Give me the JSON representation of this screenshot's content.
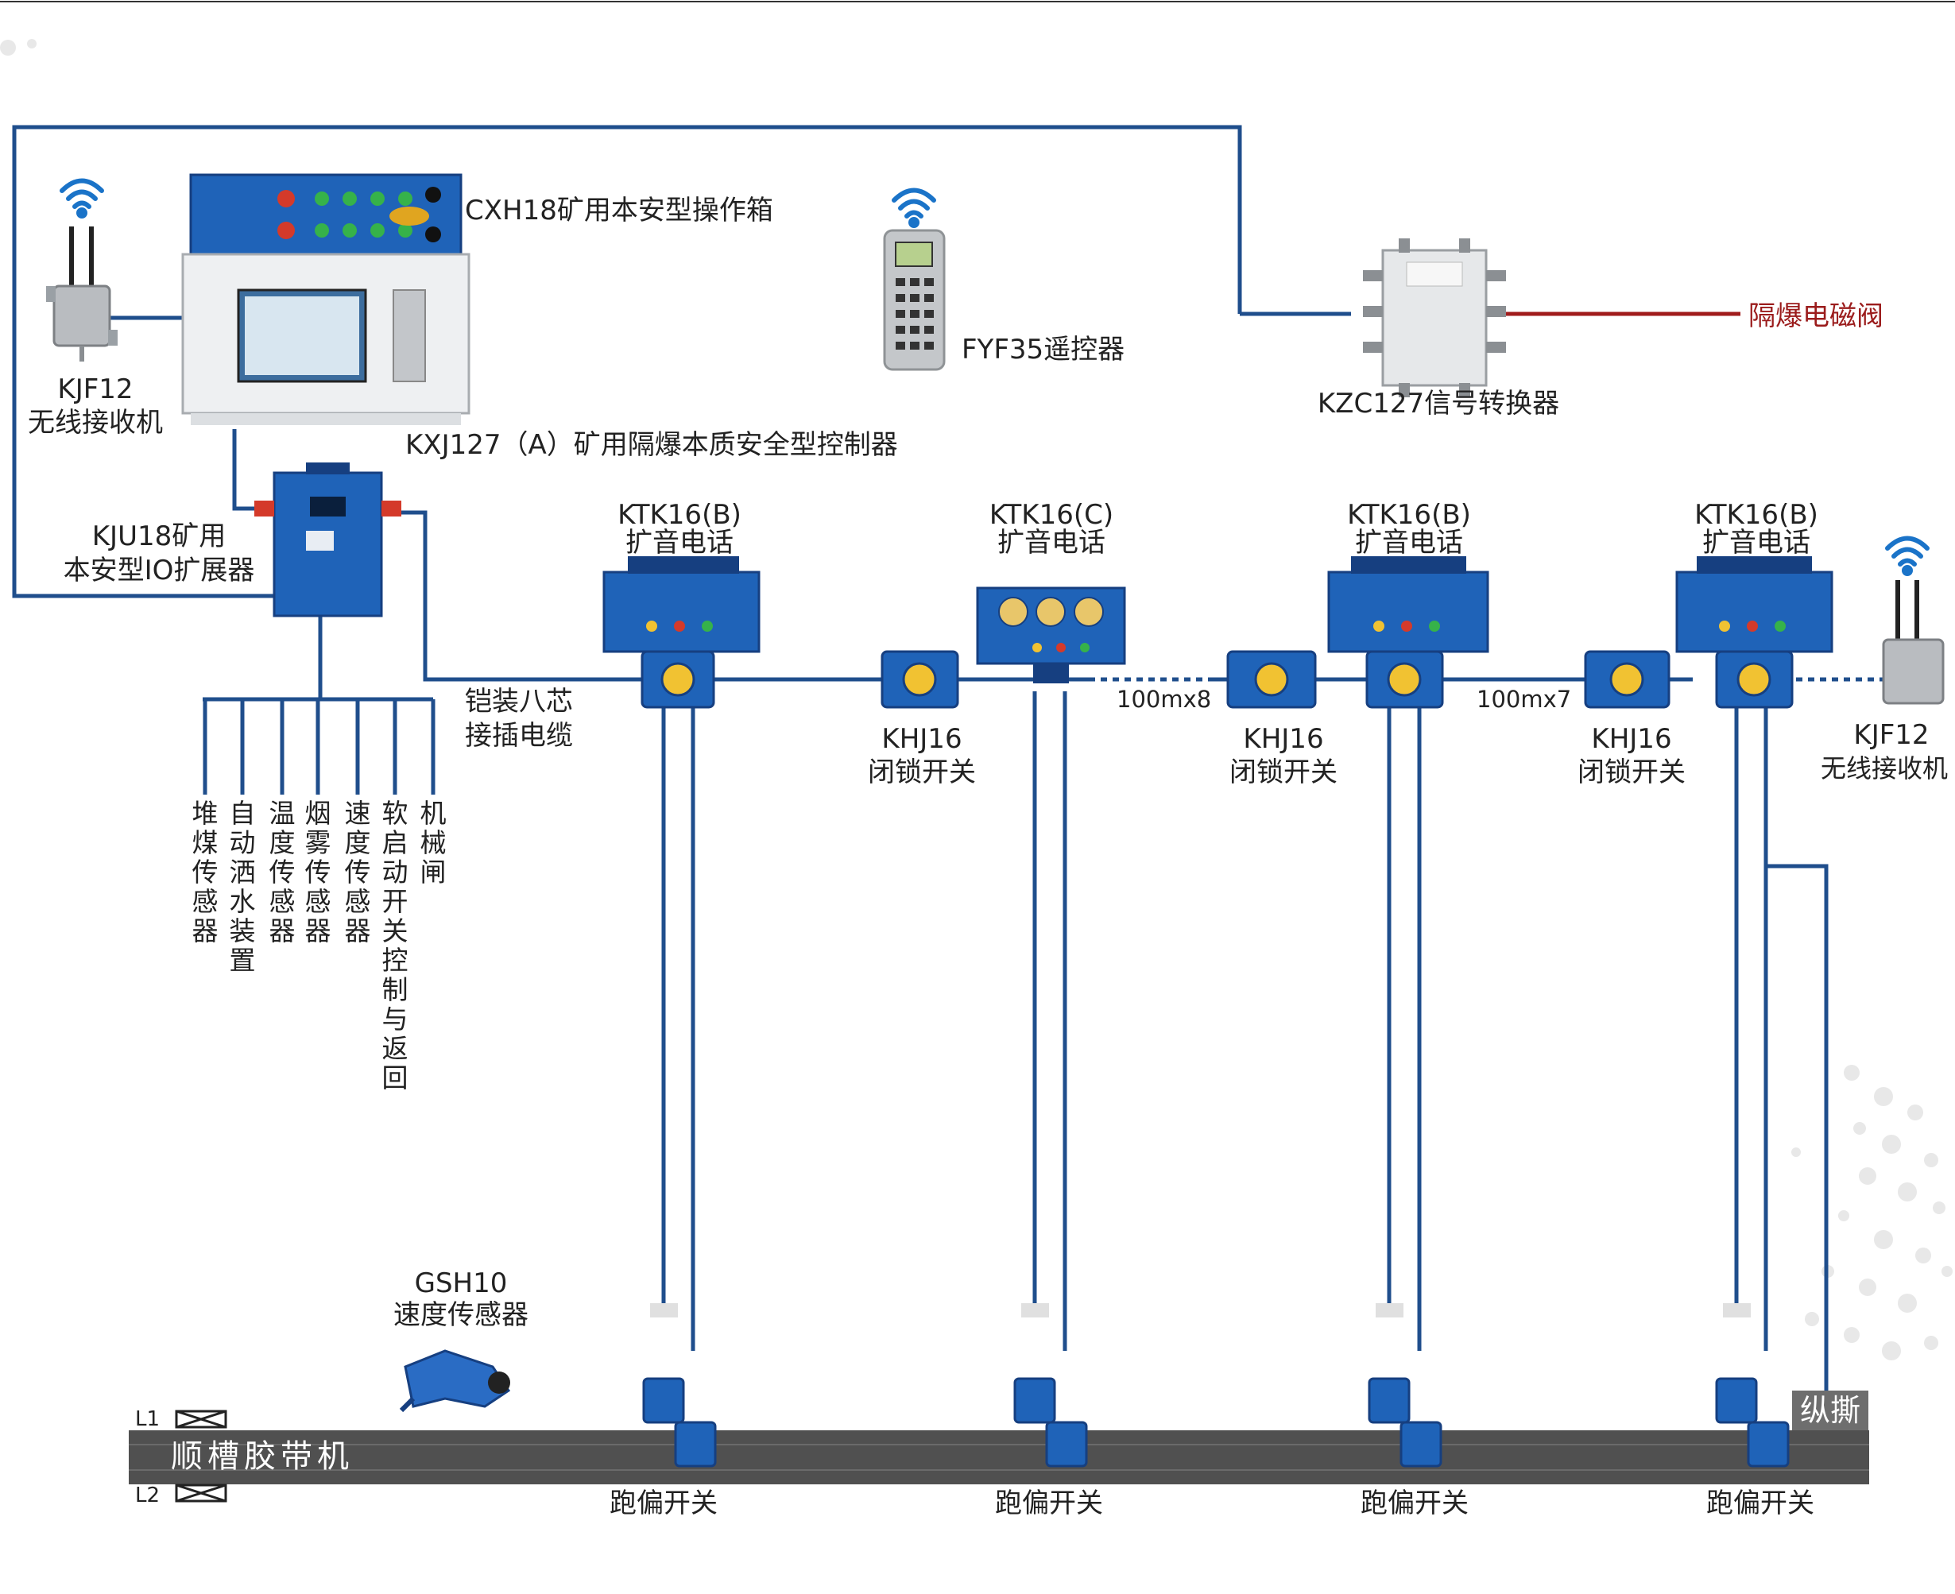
{
  "colors": {
    "cable": "#1f4e8c",
    "device_blue": "#1f63b8",
    "device_dark": "#163f80",
    "belt": "#505050",
    "accent_red": "#9b1c1c",
    "wifi": "#1a73c8"
  },
  "labels": {
    "kxj_box": "CXH18矿用本安型操作箱",
    "kxj_controller": "KXJ127（A）矿用隔爆本质安全型控制器",
    "kjf_left_model": "KJF12",
    "kjf_left_name": "无线接收机",
    "fyf": "FYF35遥控器",
    "kzc": "KZC127信号转换器",
    "valve": "隔爆电磁阀",
    "kju_line1": "KJU18矿用",
    "kju_line2": "本安型IO扩展器",
    "cable_line1": "铠装八芯",
    "cable_line2": "接插电缆",
    "ktk1_model": "KTK16(B)",
    "ktk1_name": "扩音电话",
    "ktk2_model": "KTK16(C)",
    "ktk2_name": "扩音电话",
    "ktk3_model": "KTK16(B)",
    "ktk3_name": "扩音电话",
    "ktk4_model": "KTK16(B)",
    "ktk4_name": "扩音电话",
    "khj1_model": "KHJ16",
    "khj1_name": "闭锁开关",
    "khj2_model": "KHJ16",
    "khj2_name": "闭锁开关",
    "khj3_model": "KHJ16",
    "khj3_name": "闭锁开关",
    "dist1": "100mx8",
    "dist2": "100mx7",
    "kjf_right_model": "KJF12",
    "kjf_right_name": "无线接收机",
    "gsh_model": "GSH10",
    "gsh_name": "速度传感器",
    "belt": "顺槽胶带机",
    "l1": "L1",
    "l2": "L2",
    "tear": "纵撕",
    "pp1": "跑偏开关",
    "pp2": "跑偏开关",
    "pp3": "跑偏开关",
    "pp4": "跑偏开关"
  },
  "io_sensors": [
    "堆煤传感器",
    "自动洒水装置",
    "温度传感器",
    "烟雾传感器",
    "速度传感器",
    "软启动开关控制与返回",
    "机械闸"
  ]
}
